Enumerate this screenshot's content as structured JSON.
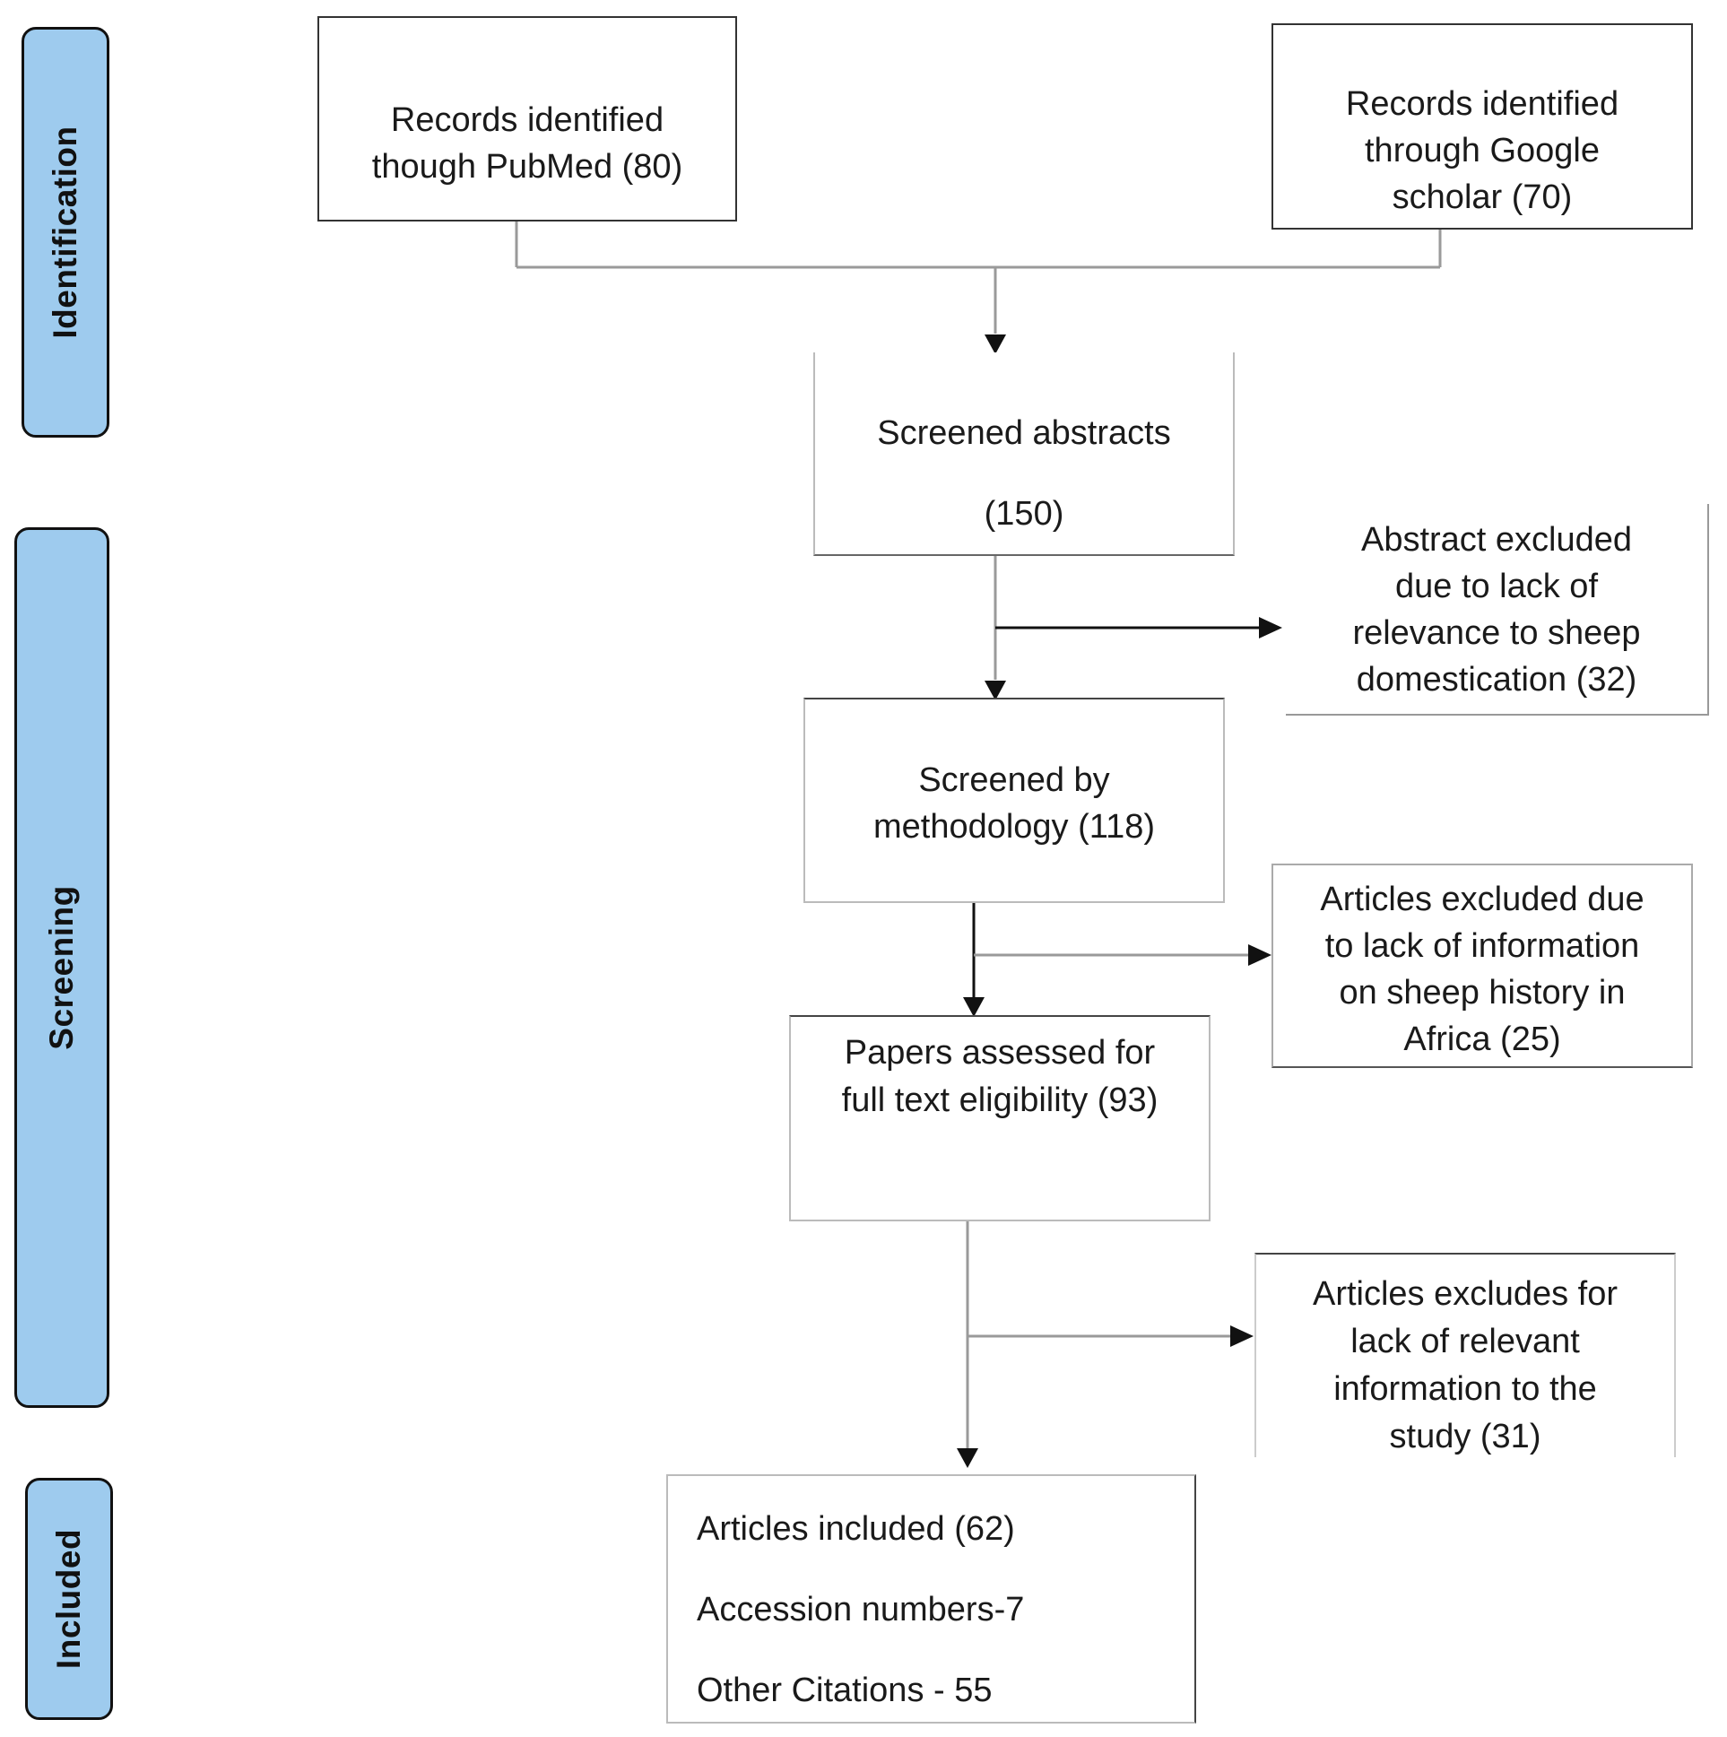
{
  "stages": {
    "identification": "Identification",
    "screening": "Screening",
    "included": "Included"
  },
  "boxes": {
    "pubmed": [
      "Records identified",
      "though PubMed (80)"
    ],
    "google": [
      "Records identified",
      "through Google",
      "scholar (70)"
    ],
    "screened_abstracts": [
      "Screened abstracts",
      "(150)"
    ],
    "abstract_excluded": [
      "Abstract excluded",
      "due to lack of",
      "relevance to sheep",
      "domestication (32)"
    ],
    "screened_methodology": [
      "Screened by",
      "methodology (118)"
    ],
    "articles_excluded_history": [
      "Articles excluded due",
      "to lack of information",
      "on sheep history in",
      "Africa  (25)"
    ],
    "full_text": [
      "Papers assessed for",
      "full text eligibility (93)"
    ],
    "articles_excluded_relevance": [
      "Articles excludes for",
      "lack of relevant",
      "information to the",
      "study (31)"
    ],
    "included": [
      "Articles included (62)",
      "Accession numbers-7",
      "Other Citations - 55"
    ]
  },
  "colors": {
    "stage_fill": "#9ecbee",
    "line_gray": "#9a9a9a",
    "line_black": "#111111"
  }
}
